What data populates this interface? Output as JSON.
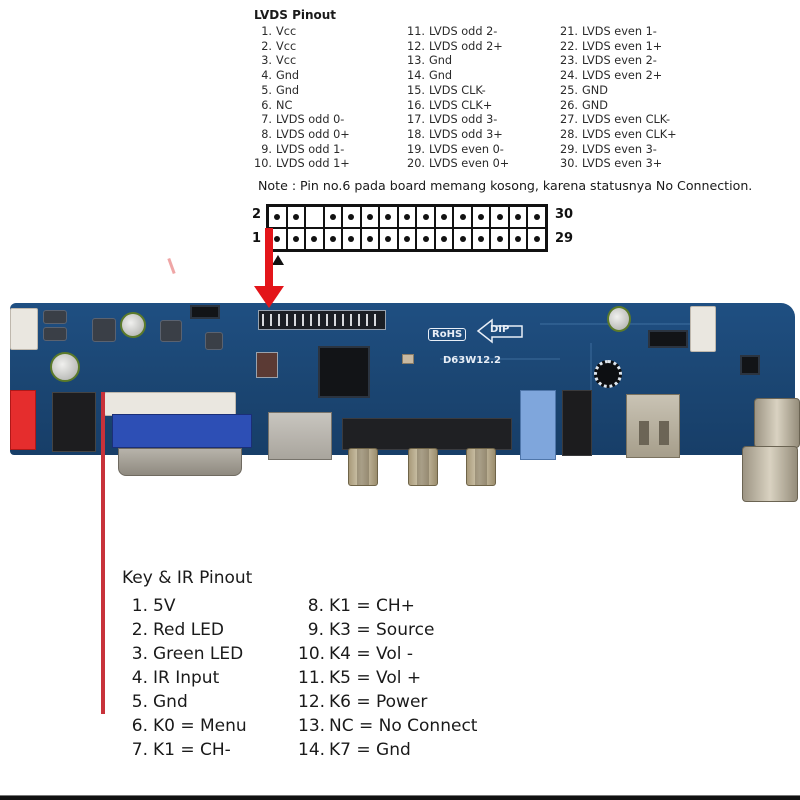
{
  "lvds_pinout": {
    "title": "LVDS Pinout",
    "columns": [
      [
        {
          "num": "1.",
          "label": "Vcc"
        },
        {
          "num": "2.",
          "label": "Vcc"
        },
        {
          "num": "3.",
          "label": "Vcc"
        },
        {
          "num": "4.",
          "label": "Gnd"
        },
        {
          "num": "5.",
          "label": "Gnd"
        },
        {
          "num": "6.",
          "label": "NC"
        },
        {
          "num": "7.",
          "label": "LVDS odd 0-"
        },
        {
          "num": "8.",
          "label": "LVDS odd 0+"
        },
        {
          "num": "9.",
          "label": "LVDS odd 1-"
        },
        {
          "num": "10.",
          "label": "LVDS odd 1+"
        }
      ],
      [
        {
          "num": "11.",
          "label": "LVDS odd 2-"
        },
        {
          "num": "12.",
          "label": "LVDS odd 2+"
        },
        {
          "num": "13.",
          "label": "Gnd"
        },
        {
          "num": "14.",
          "label": "Gnd"
        },
        {
          "num": "15.",
          "label": "LVDS CLK-"
        },
        {
          "num": "16.",
          "label": "LVDS CLK+"
        },
        {
          "num": "17.",
          "label": "LVDS odd 3-"
        },
        {
          "num": "18.",
          "label": "LVDS odd 3+"
        },
        {
          "num": "19.",
          "label": "LVDS even 0-"
        },
        {
          "num": "20.",
          "label": "LVDS even 0+"
        }
      ],
      [
        {
          "num": "21.",
          "label": "LVDS even 1-"
        },
        {
          "num": "22.",
          "label": "LVDS even 1+"
        },
        {
          "num": "23.",
          "label": "LVDS even 2-"
        },
        {
          "num": "24.",
          "label": "LVDS even 2+"
        },
        {
          "num": "25.",
          "label": "GND"
        },
        {
          "num": "26.",
          "label": "GND"
        },
        {
          "num": "27.",
          "label": "LVDS even CLK-"
        },
        {
          "num": "28.",
          "label": "LVDS even CLK+"
        },
        {
          "num": "29.",
          "label": "LVDS even 3-"
        },
        {
          "num": "30.",
          "label": "LVDS even 3+"
        }
      ]
    ],
    "note": "Note : Pin no.6 pada board memang kosong, karena statusnya No Connection."
  },
  "header_diagram": {
    "top_left_label": "2",
    "top_right_label": "30",
    "bottom_left_label": "1",
    "bottom_right_label": "29",
    "columns": 15,
    "missing_pin": 6
  },
  "board": {
    "rohs_label": "RoHS",
    "dip_label": "DIP",
    "model_label": "D63W12.2",
    "colors": {
      "pcb": "#1b4673",
      "arrow": "#e3151a",
      "line": "#c8323a"
    }
  },
  "key_ir_pinout": {
    "title": "Key & IR Pinout",
    "columns": [
      [
        {
          "num": "1.",
          "label": "5V"
        },
        {
          "num": "2.",
          "label": "Red LED"
        },
        {
          "num": "3.",
          "label": "Green LED"
        },
        {
          "num": "4.",
          "label": "IR Input"
        },
        {
          "num": "5.",
          "label": "Gnd"
        },
        {
          "num": "6.",
          "label": "K0 = Menu"
        },
        {
          "num": "7.",
          "label": "K1 = CH-"
        }
      ],
      [
        {
          "num": "8.",
          "label": "K1 = CH+"
        },
        {
          "num": "9.",
          "label": "K3 = Source"
        },
        {
          "num": "10.",
          "label": "K4 = Vol -"
        },
        {
          "num": "11.",
          "label": "K5 = Vol +"
        },
        {
          "num": "12.",
          "label": "K6 = Power"
        },
        {
          "num": "13.",
          "label": "NC = No Connect"
        },
        {
          "num": "14.",
          "label": "K7 = Gnd"
        }
      ]
    ]
  }
}
